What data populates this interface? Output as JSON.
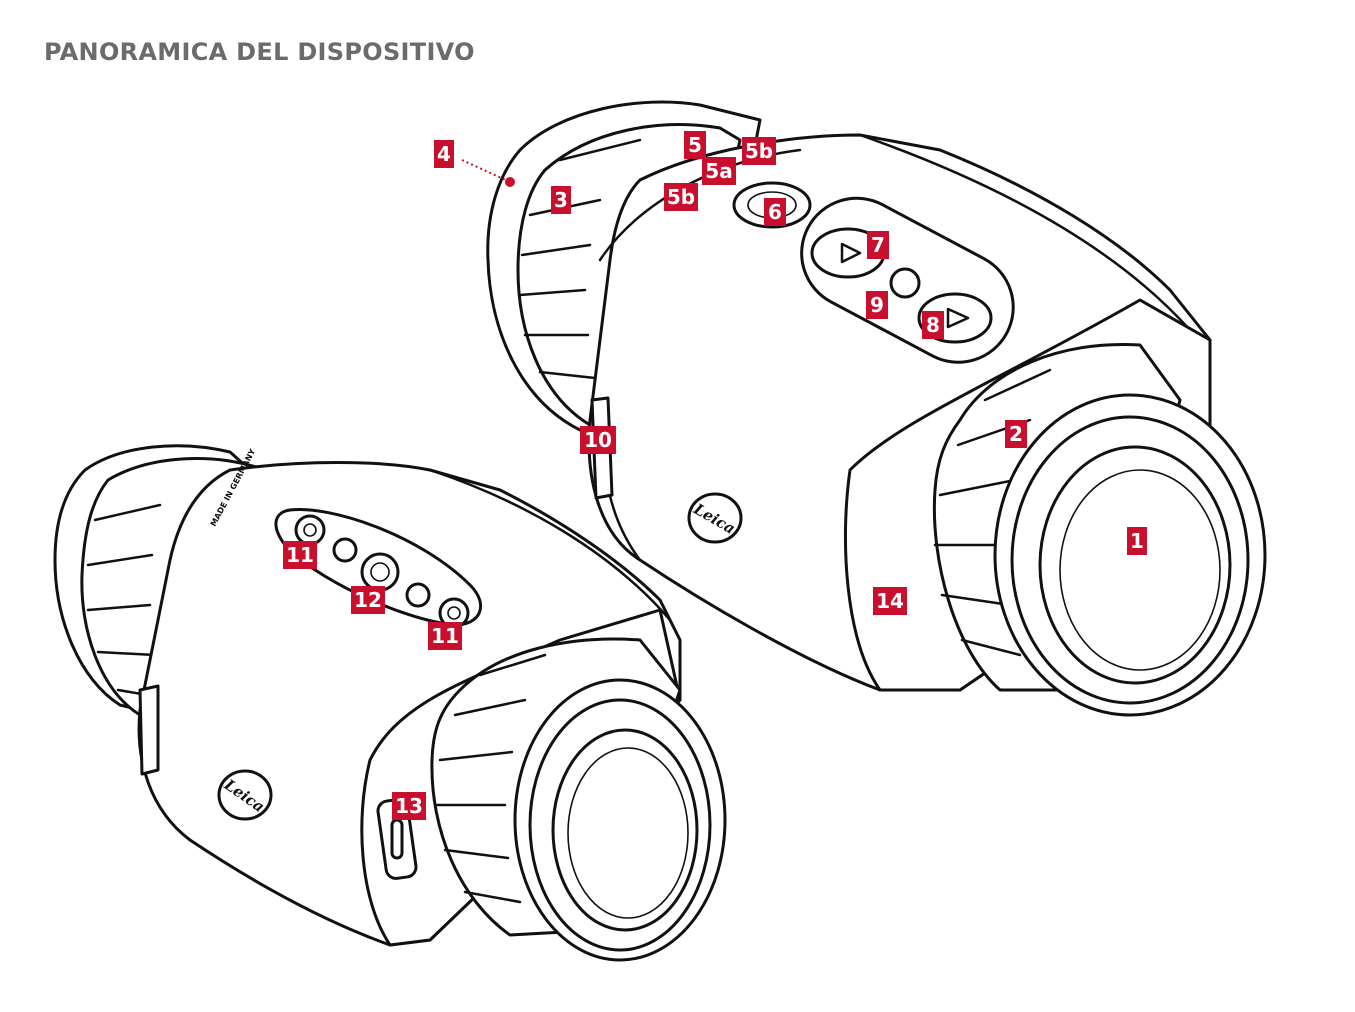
{
  "page": {
    "title": "PANORAMICA DEL DISPOSITIVO"
  },
  "device_labels": {
    "objective_lens": "1",
    "focus_ring": "2",
    "eyepiece_ring": "3",
    "eyecup": "4",
    "diopter": "5",
    "diopter_a": "5a",
    "diopter_b_top": "5b",
    "diopter_b_side": "5b",
    "control_pad": "6",
    "button_up": "7",
    "button_down": "8",
    "center_button": "9",
    "strap_lug": "10",
    "tripod_socket_rear": "11",
    "tripod_socket_front": "11",
    "tripod_thread": "12",
    "usb_port": "13",
    "housing_front": "14"
  },
  "markings": {
    "brand_top": "Leica",
    "brand_bottom": "Leica",
    "engraving": "MADE IN GERMANY"
  },
  "colors": {
    "label_bg": "#c8102e",
    "label_text": "#ffffff",
    "title": "#6b6b6b",
    "outline": "#111111"
  }
}
